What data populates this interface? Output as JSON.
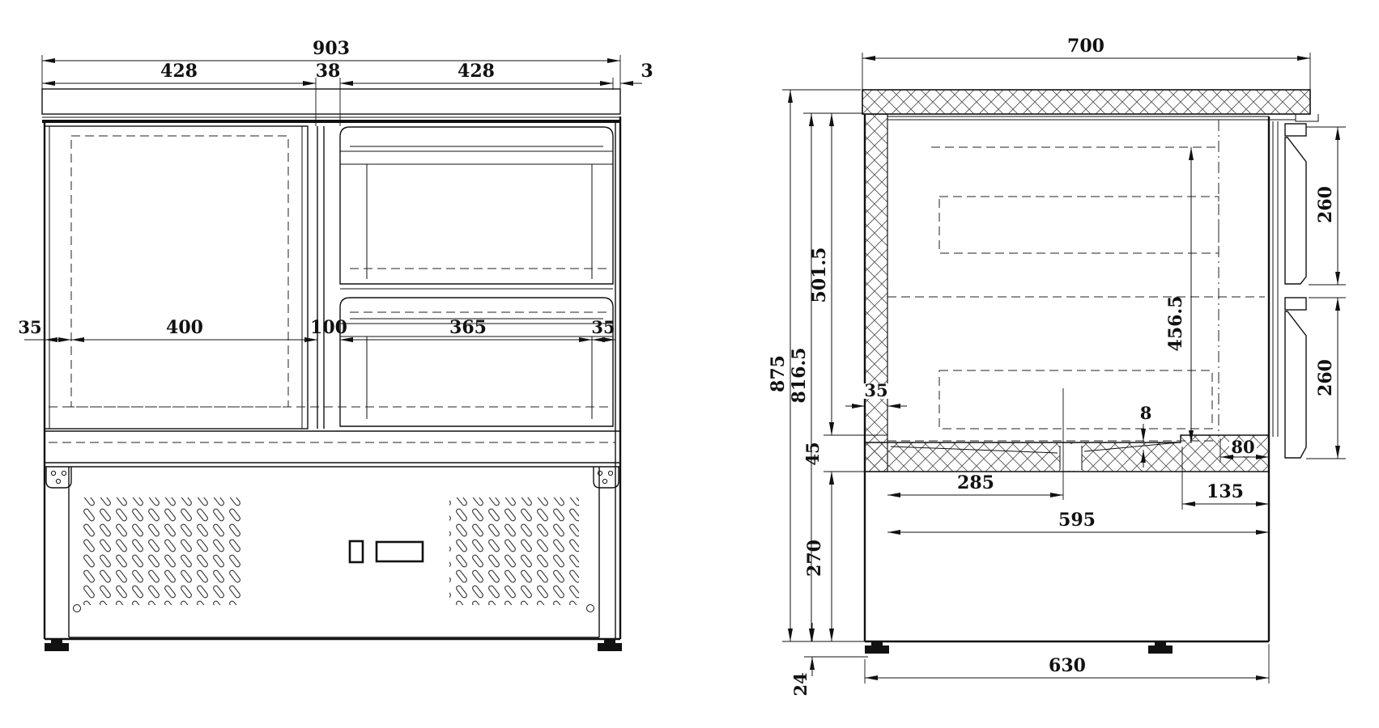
{
  "drawing": {
    "front_view": {
      "dims": {
        "total_width": "903",
        "left_door_width": "428",
        "mullion_width": "38",
        "right_section_width": "428",
        "side_gap": "3",
        "wall_left": "35",
        "door_opening": "400",
        "center_post": "100",
        "drawer_opening": "365",
        "wall_right": "35"
      }
    },
    "side_view": {
      "dims": {
        "depth": "700",
        "height_total": "875",
        "height_body": "816.5",
        "height_interior": "501.5",
        "wall_thickness": "35",
        "floor_insulation": "45",
        "base_height": "270",
        "foot_height": "24",
        "interior_clear_height": "456.5",
        "upper_drawer_front": "260",
        "lower_drawer_front": "260",
        "floor_slope_step": "8",
        "floor_front_shelf": "80",
        "drain_offset": "285",
        "front_ledge": "135",
        "interior_depth": "595",
        "base_depth": "630"
      }
    }
  }
}
